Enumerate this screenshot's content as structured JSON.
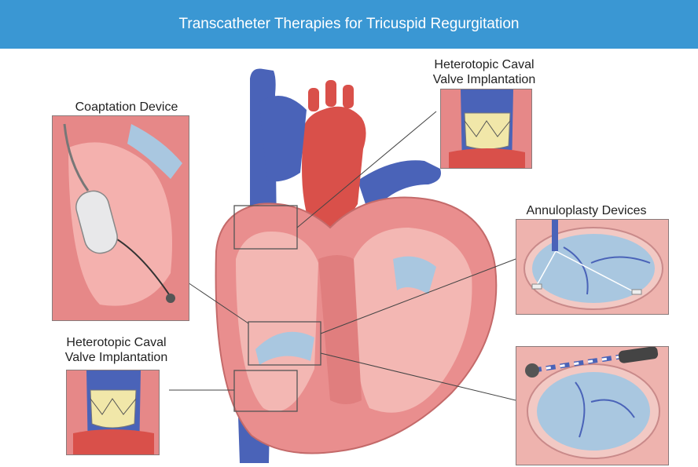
{
  "title": "Transcatheter Therapies for Tricuspid Regurgitation",
  "labels": {
    "coaptation": "Coaptation Device",
    "caval_top_line1": "Heterotopic Caval",
    "caval_top_line2": "Valve Implantation",
    "caval_bottom_line1": "Heterotopic Caval",
    "caval_bottom_line2": "Valve Implantation",
    "annuloplasty": "Annuloplasty Devices"
  },
  "colors": {
    "banner": "#3a97d3",
    "vein_blue": "#4a63b8",
    "aorta_red": "#d9504a",
    "myocardium": "#e98e8e",
    "valve_tissue": "#a9c7e0"
  }
}
